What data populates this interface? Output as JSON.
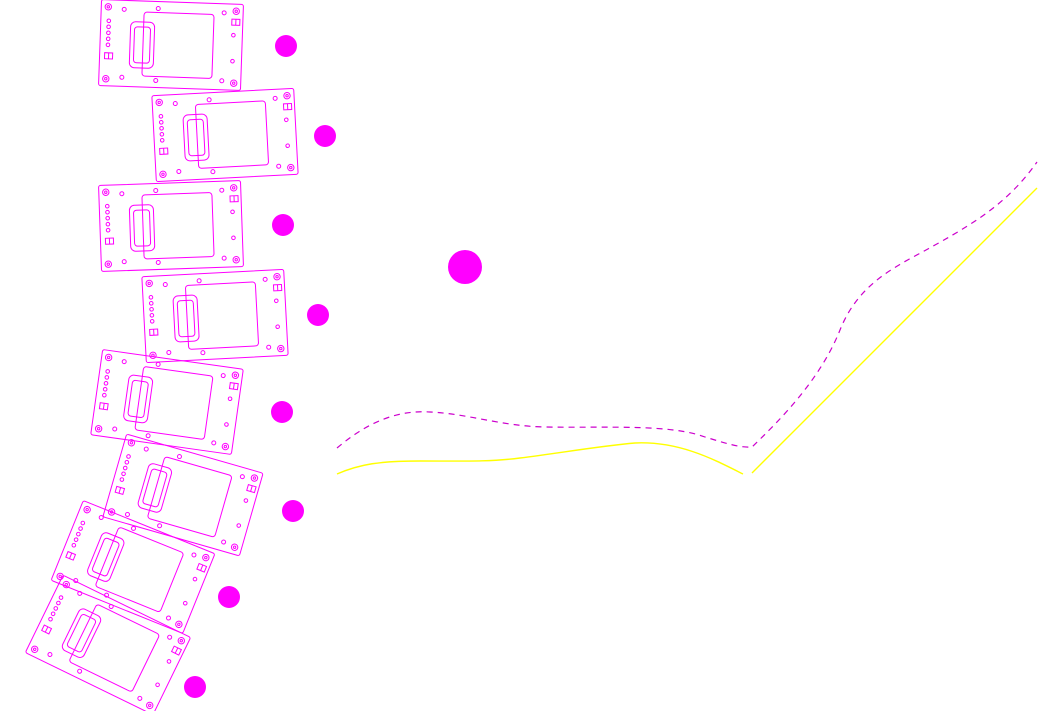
{
  "colors": {
    "outline": "#ff00ff",
    "marker": "#ff00ff",
    "dashed_curve": "#cc00cc",
    "solid_curve": "#ffff00",
    "background": "#ffffff"
  },
  "elements": {
    "panel_count": 8,
    "marker_count": 9,
    "curve_count": 2
  }
}
